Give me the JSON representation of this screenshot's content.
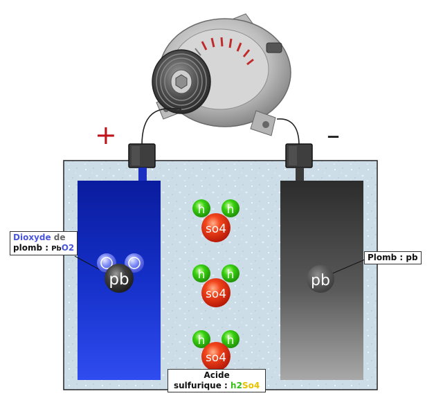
{
  "terminals": {
    "positive": "+",
    "negative": "–"
  },
  "labels": {
    "dioxyde": {
      "word1": "Dioxyde",
      "word2": "de",
      "line2": "plomb : ",
      "formula_pb": "Pb",
      "formula_o2": "O2"
    },
    "plomb": {
      "text": "Plomb : pb"
    },
    "acide": {
      "line1": "Acide",
      "line2": "sulfurique : ",
      "f_h2": "h2",
      "f_so4": "So4"
    }
  },
  "molecules": {
    "positive_electrode": {
      "center": "pb",
      "atoms": [
        "o",
        "o"
      ]
    },
    "negative_electrode": {
      "center": "pb"
    },
    "electrolyte": [
      {
        "center": "so4",
        "atoms": [
          "h",
          "h"
        ]
      },
      {
        "center": "so4",
        "atoms": [
          "h",
          "h"
        ]
      },
      {
        "center": "so4",
        "atoms": [
          "h",
          "h"
        ]
      }
    ]
  },
  "colors": {
    "positive_plate": "#0f24b8",
    "negative_plate": "#3a3a3a",
    "electrolyte": "#cfe0ea",
    "hydrogen": "#31c40c",
    "sulfate": "#e82a10",
    "oxygen": "#6a78f0",
    "lead": "#3c3c3c",
    "plus_sign": "#c1121c"
  },
  "icons": {
    "generator": "alternator-icon"
  }
}
